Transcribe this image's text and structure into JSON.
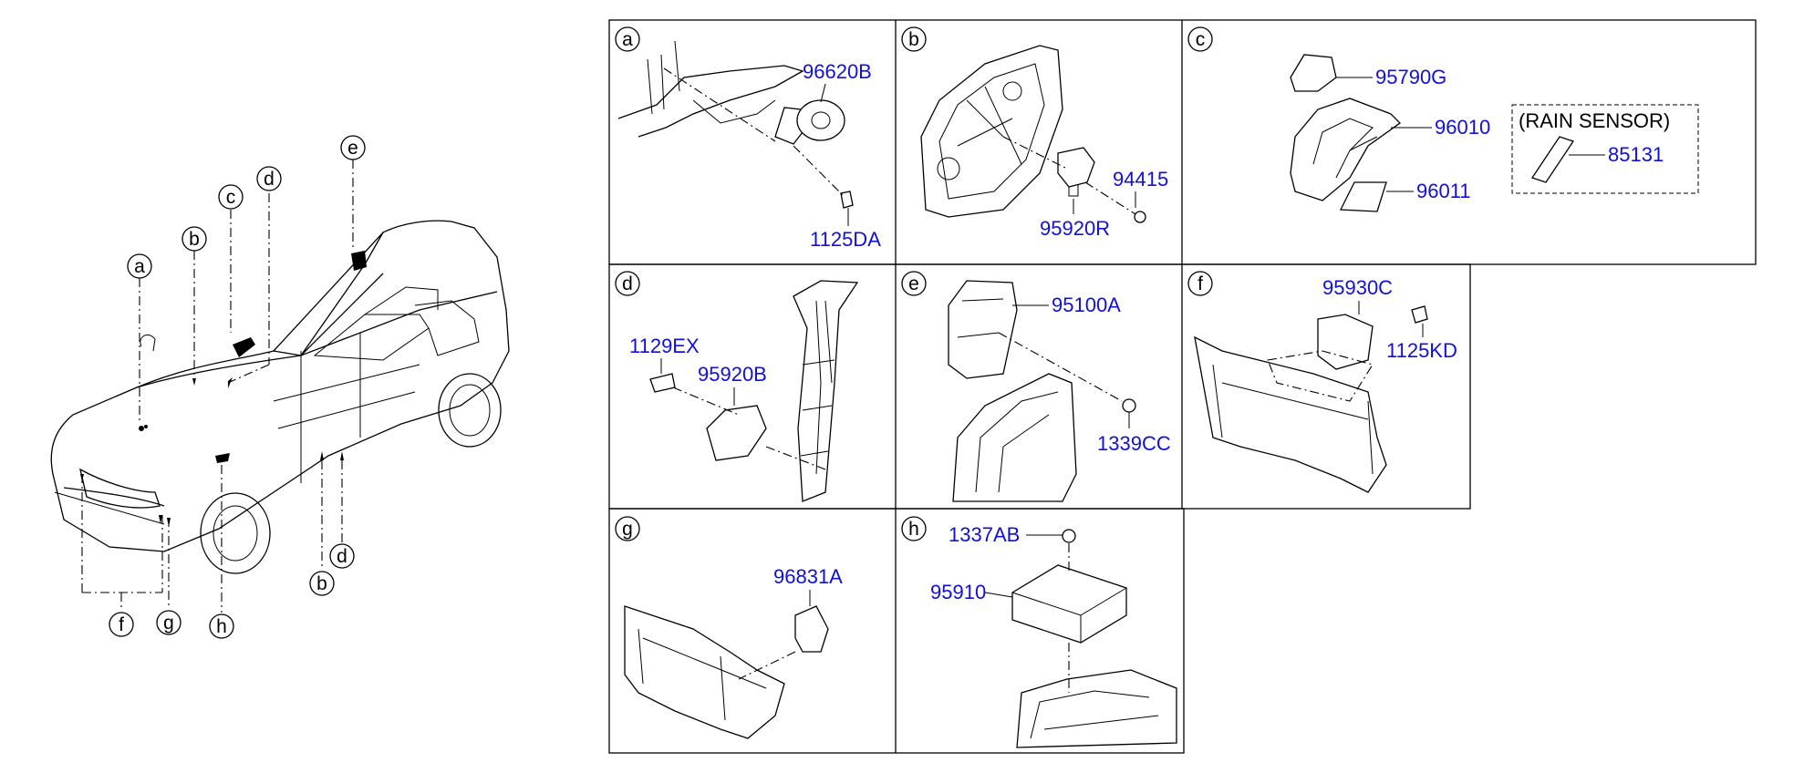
{
  "callouts": [
    "a",
    "b",
    "c",
    "d",
    "e",
    "f",
    "g",
    "h"
  ],
  "panels": {
    "a": {
      "letter": "a",
      "parts": [
        "96620B",
        "1125DA"
      ]
    },
    "b": {
      "letter": "b",
      "parts": [
        "94415",
        "95920R"
      ]
    },
    "c": {
      "letter": "c",
      "parts": [
        "95790G",
        "96010",
        "96011"
      ],
      "note": "(RAIN SENSOR)",
      "note_part": "85131"
    },
    "d": {
      "letter": "d",
      "parts": [
        "1129EX",
        "95920B"
      ]
    },
    "e": {
      "letter": "e",
      "parts": [
        "95100A",
        "1339CC"
      ]
    },
    "f": {
      "letter": "f",
      "parts": [
        "95930C",
        "1125KD"
      ]
    },
    "g": {
      "letter": "g",
      "parts": [
        "96831A"
      ]
    },
    "h": {
      "letter": "h",
      "parts": [
        "1337AB",
        "95910"
      ]
    }
  },
  "colors": {
    "part_label": "#1010d8",
    "line": "#000000"
  }
}
